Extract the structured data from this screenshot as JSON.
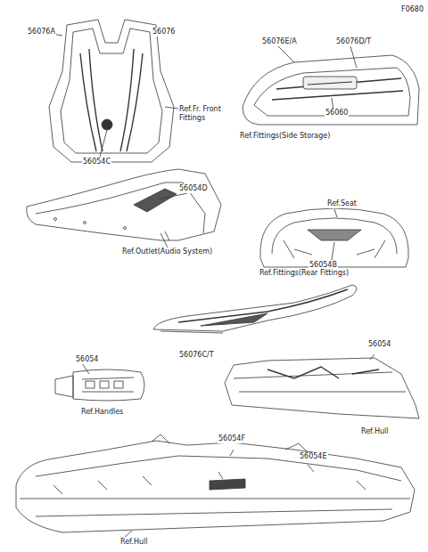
{
  "diagram": {
    "labels": [
      "F0680",
      "56076A",
      "56076",
      "Ref.Fr. Front Fittings",
      "56054C",
      "56076E/A",
      "56076D/T",
      "56060",
      "Ref.Fittings(Side Storage)",
      "56054D",
      "Ref.Seat",
      "Ref.Outlet(Audio System)",
      "56054B",
      "Ref.Fittings(Rear Fittings)",
      "56054",
      "56076C/T",
      "56054",
      "Ref.Handles",
      "Ref.Hull",
      "56054F",
      "56054E",
      "Ref.Hull"
    ]
  }
}
